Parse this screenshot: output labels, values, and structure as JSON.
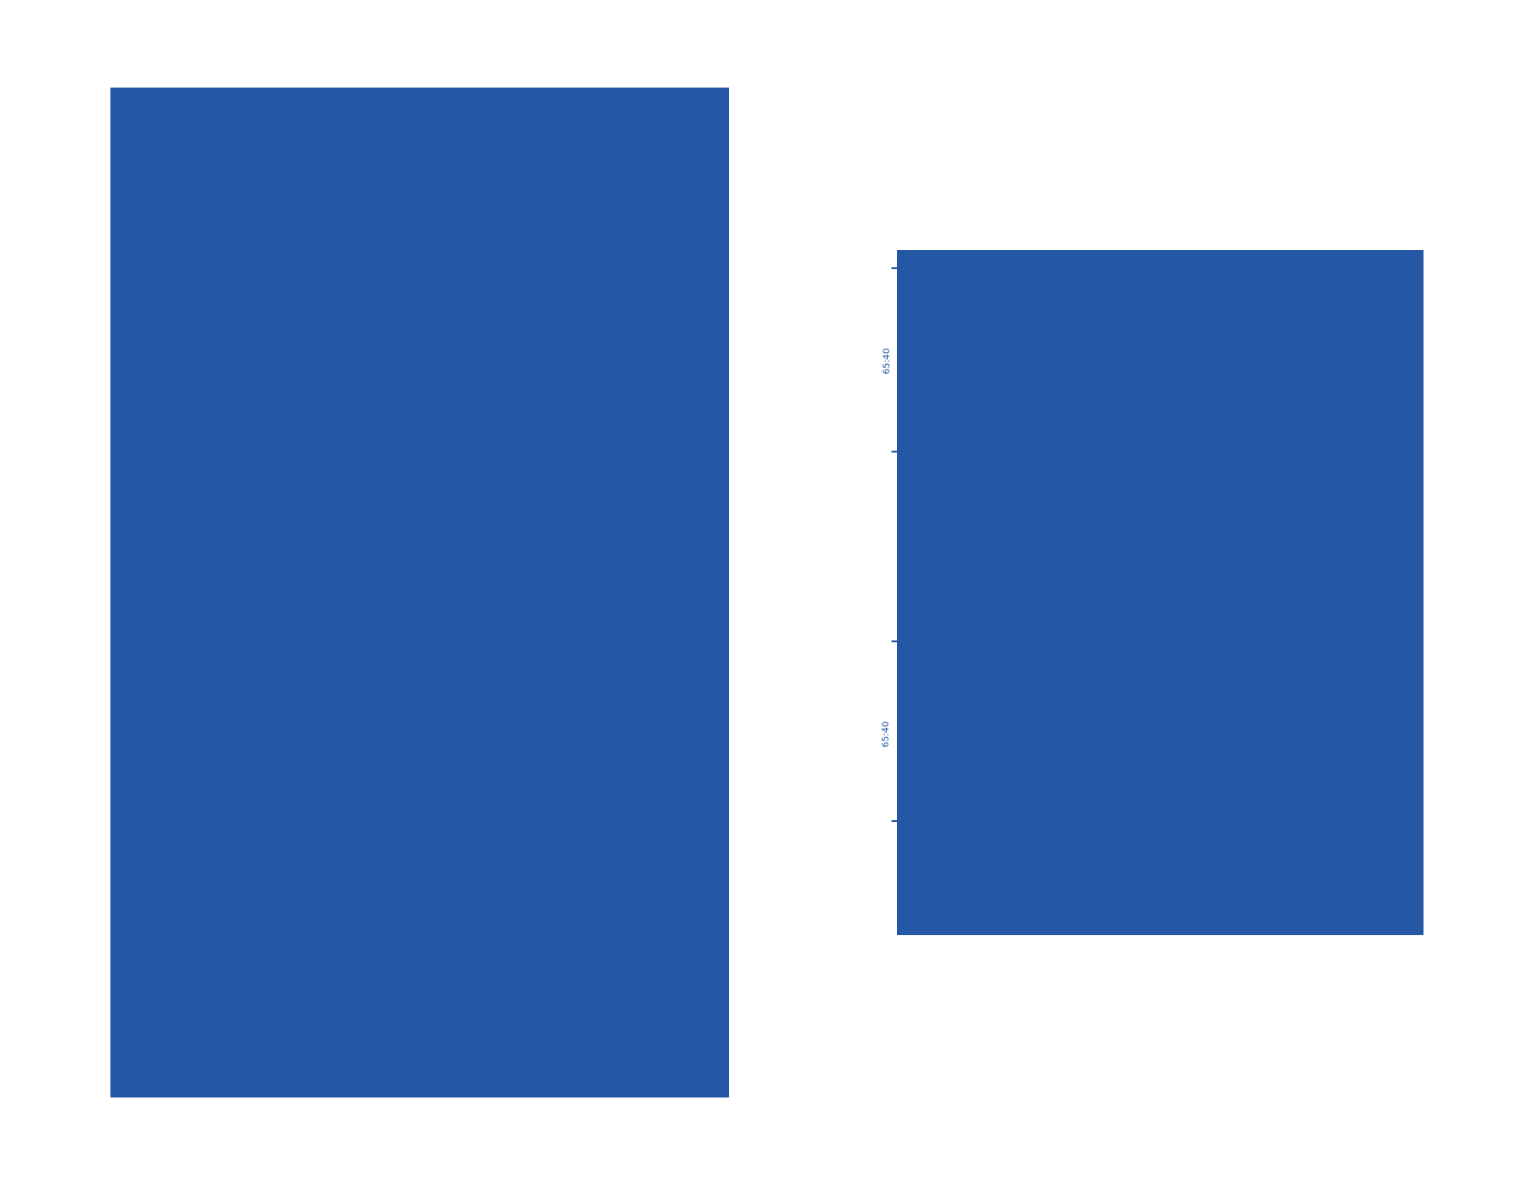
{
  "colors": {
    "chart_blue": "#2457A4",
    "page_background": "#ffffff"
  },
  "right_panel": {
    "y_axis": {
      "tick_labels": [
        {
          "text": "65:40"
        },
        {
          "text": "65:40"
        }
      ]
    }
  },
  "chart_data": [
    {
      "type": "area",
      "plot_fill": "#2457A4",
      "title": "",
      "xlabel": "",
      "ylabel": "",
      "x_tick_labels": [],
      "y_tick_labels": [],
      "fill_note": "plot area entirely filled solid blue"
    },
    {
      "type": "area",
      "plot_fill": "#2457A4",
      "title": "",
      "xlabel": "",
      "ylabel": "",
      "x_tick_labels": [],
      "y_tick_labels": [
        "65:40",
        "65:40"
      ],
      "y_ticks_unlabeled_count": 4,
      "fill_note": "plot area entirely filled solid blue"
    }
  ]
}
